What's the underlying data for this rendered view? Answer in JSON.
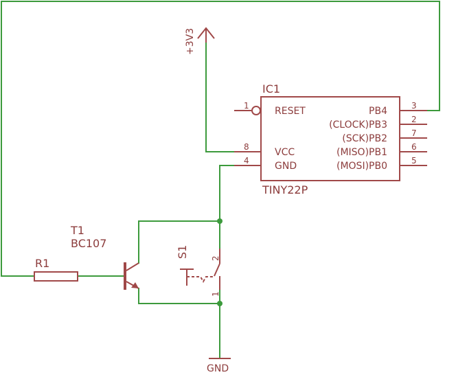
{
  "ic": {
    "name": "IC1",
    "value": "TINY22P",
    "pins_left": [
      {
        "num": "1",
        "label": "RESET"
      },
      {
        "num": "8",
        "label": "VCC"
      },
      {
        "num": "4",
        "label": "GND"
      }
    ],
    "pins_right": [
      {
        "num": "3",
        "label": "PB4"
      },
      {
        "num": "2",
        "label": "(CLOCK)PB3"
      },
      {
        "num": "7",
        "label": "(SCK)PB2"
      },
      {
        "num": "6",
        "label": "(MISO)PB1"
      },
      {
        "num": "5",
        "label": "(MOSI)PB0"
      }
    ]
  },
  "supply": {
    "label": "+3V3"
  },
  "ground": {
    "label": "GND"
  },
  "transistor": {
    "name": "T1",
    "value": "BC107"
  },
  "resistor": {
    "name": "R1"
  },
  "switch": {
    "name": "S1",
    "pin_top": "2",
    "pin_bottom": "1"
  },
  "colors": {
    "wire": "#3c9a3c",
    "part": "#a04848",
    "text": "#8c3c3c"
  }
}
